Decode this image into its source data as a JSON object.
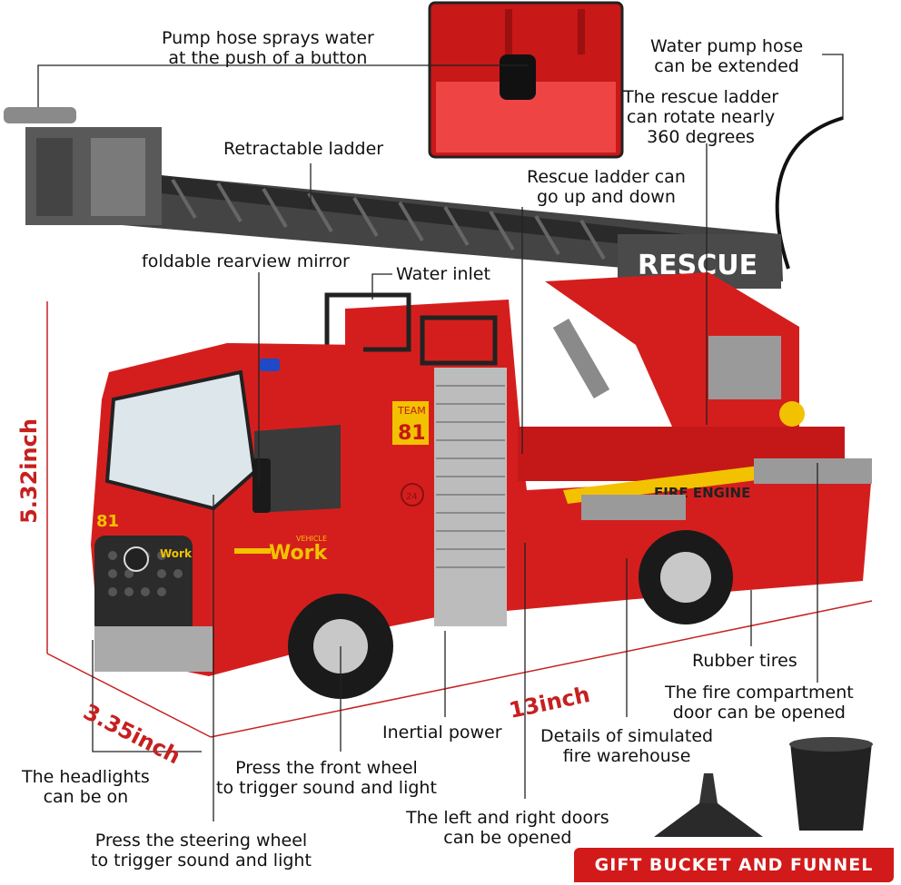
{
  "labels": {
    "pump_hose": [
      "Pump hose sprays water",
      "at the push of a button"
    ],
    "water_pump_hose": [
      "Water pump hose",
      "can be extended"
    ],
    "rescue_ladder_rotate": [
      "The rescue ladder",
      "can rotate nearly",
      "360 degrees"
    ],
    "retractable_ladder": [
      "Retractable ladder"
    ],
    "rescue_ladder_updown": [
      "Rescue ladder can",
      "go up and down"
    ],
    "rearview_mirror": [
      "foldable rearview mirror"
    ],
    "water_inlet": [
      "Water inlet"
    ],
    "rubber_tires": [
      "Rubber tires"
    ],
    "fire_compartment": [
      "The fire compartment",
      "door can be opened"
    ],
    "inertial_power": [
      "Inertial power"
    ],
    "simulated_warehouse": [
      "Details of simulated",
      "fire warehouse"
    ],
    "front_wheel": [
      "Press the front wheel",
      "to trigger sound and light"
    ],
    "headlights": [
      "The headlights",
      "can be on"
    ],
    "doors": [
      "The left and right doors",
      "can be opened"
    ],
    "steering_wheel": [
      "Press the steering wheel",
      "to trigger sound and light"
    ]
  },
  "dimensions": {
    "height": "5.32inch",
    "width": "3.35inch",
    "length": "13inch"
  },
  "truck_text": {
    "rescue": "RESCUE",
    "team": "TEAM",
    "team_number": "81",
    "cab_number": "81",
    "vehicle": "VEHICLE",
    "work": "Work",
    "work_small": "Work",
    "fire_engine": "FIRE ENGINE",
    "phone": "24"
  },
  "gift_banner": "GIFT BUCKET AND FUNNEL",
  "colors": {
    "truck_red": "#d41e1e",
    "dark_red": "#9e1010",
    "ladder_gray": "#3a3a3a",
    "dimension_red": "#c62020",
    "banner_red": "#d21a1a"
  }
}
